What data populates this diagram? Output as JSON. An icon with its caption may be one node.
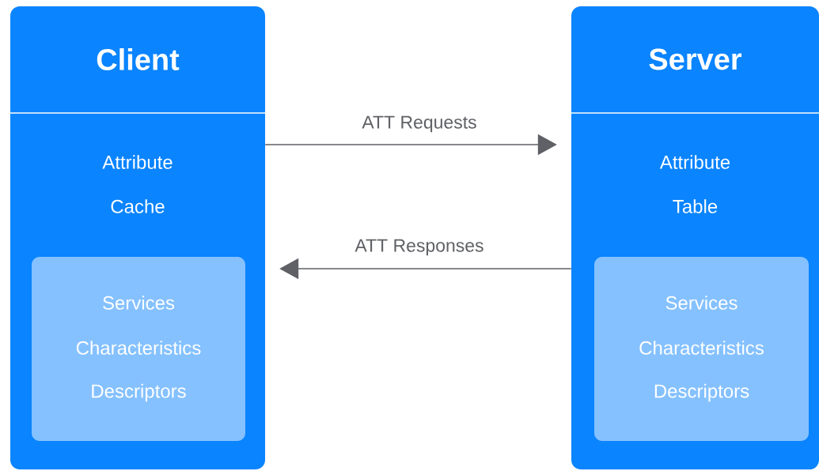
{
  "diagram": {
    "nodes": [
      {
        "text": [
          "Client",
          "Attribute Cache"
        ]
      },
      {
        "text": [
          "Services",
          "Characteristics",
          "Descriptors"
        ],
        "in": 0
      },
      {
        "text": [
          "Server",
          "Attribute Table"
        ]
      },
      {
        "text": [
          "Services",
          "Characteristics",
          "Descriptors"
        ],
        "in": 2
      }
    ],
    "edges": [
      {
        "from": 0,
        "to": 2,
        "arrow": "to",
        "label": "ATT Requests"
      },
      {
        "from": 2,
        "to": 0,
        "arrow": "to",
        "label": "ATT Responses"
      }
    ]
  }
}
